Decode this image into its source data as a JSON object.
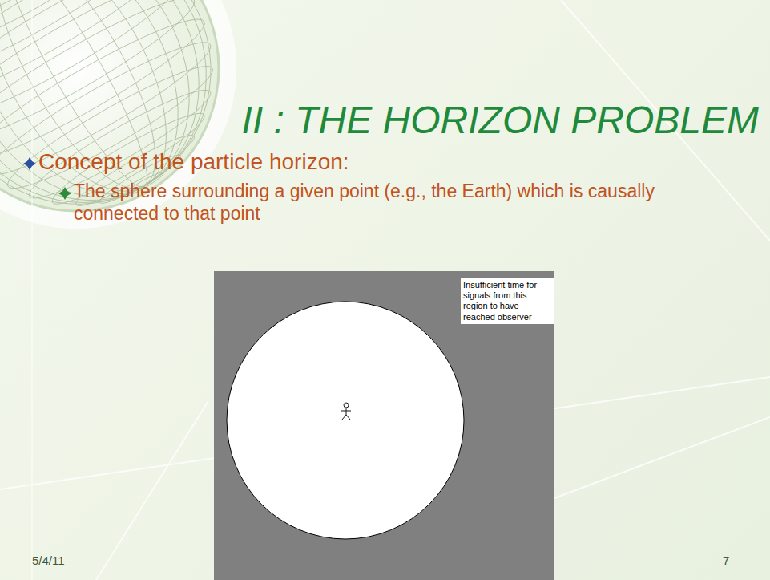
{
  "diagram": {
    "title": "II : THE HORIZON PROBLEM",
    "nodes": [
      {
        "text": [
          "Insufficient time for signals from this region to have reached observer"
        ]
      }
    ],
    "labels": [
      "Concept of the particle horizon:",
      "The sphere surrounding a given point (e.g., the Earth) which is causally connected to that point",
      "5/4/11",
      "7"
    ]
  }
}
